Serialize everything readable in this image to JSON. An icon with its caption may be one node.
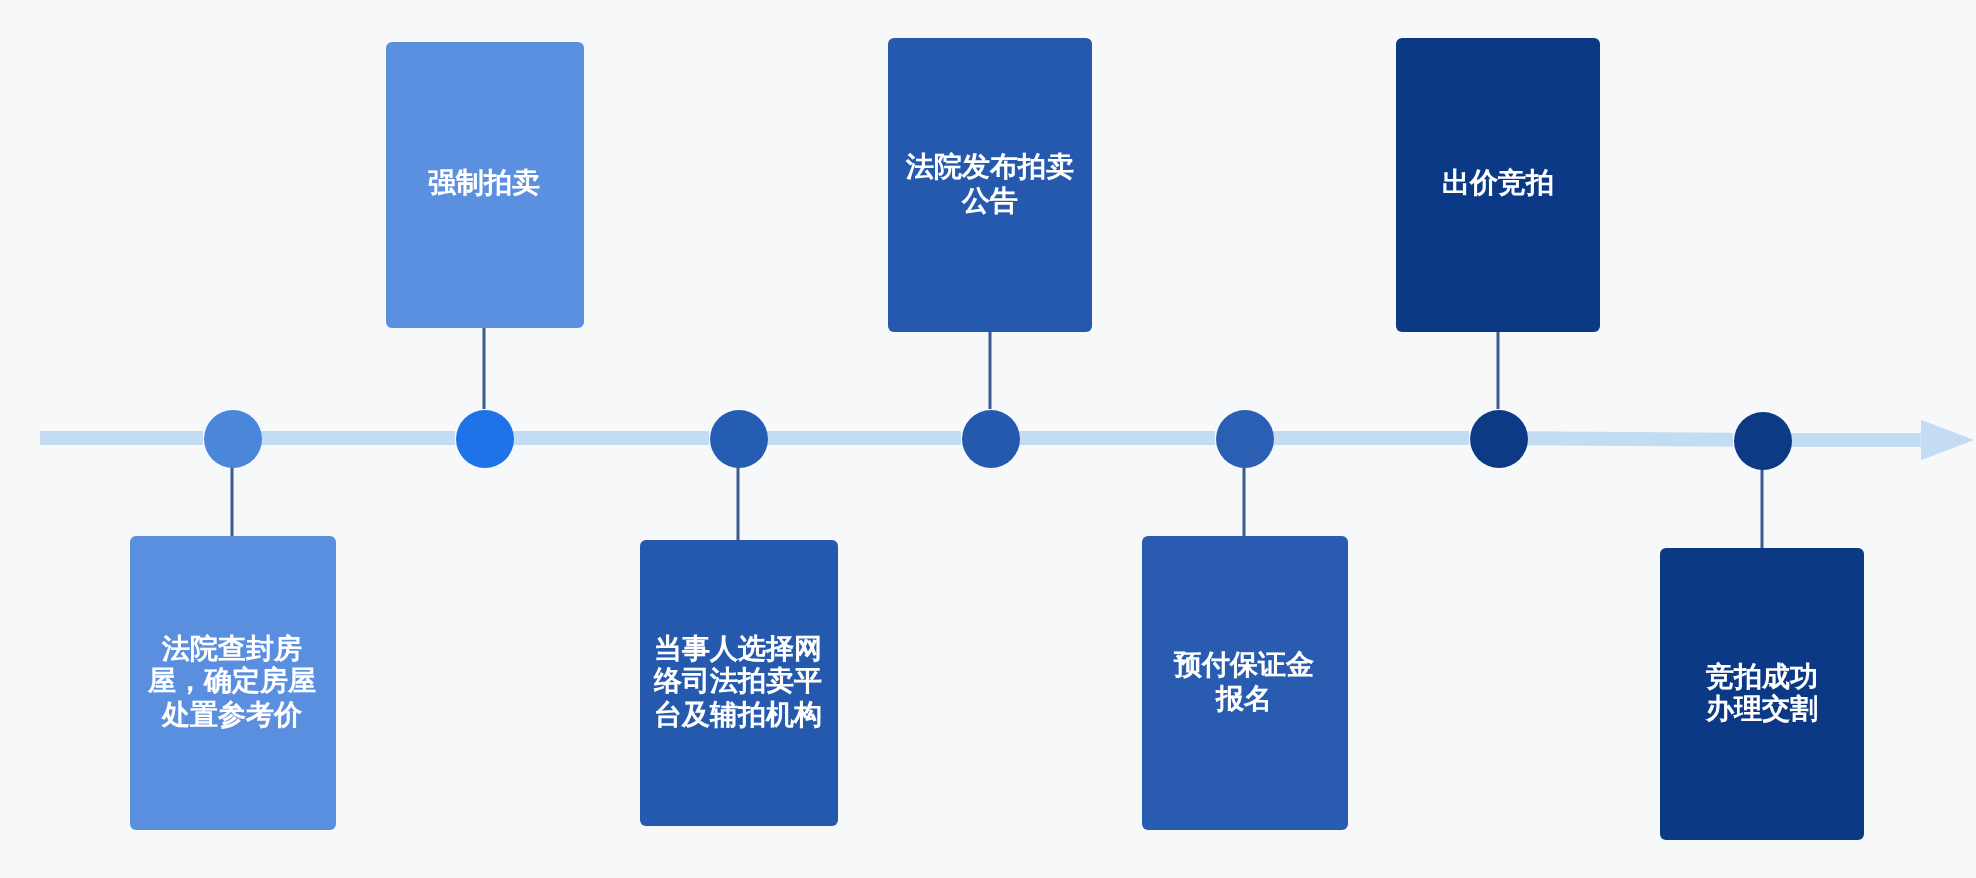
{
  "diagram": {
    "nodes": [
      {
        "text": [
          "法院查封房屋，确定房屋处置参考价"
        ]
      },
      {
        "text": [
          "强制拍卖"
        ]
      },
      {
        "text": [
          "当事人选择网络司法拍卖平台及辅拍机构"
        ]
      },
      {
        "text": [
          "法院发布拍卖公告"
        ]
      },
      {
        "text": [
          "预付保证金报名"
        ]
      },
      {
        "text": [
          "出价竞拍"
        ]
      },
      {
        "text": [
          "竞拍成功办理交割"
        ]
      },
      {
        "text": [],
        "shape": "circle"
      },
      {
        "text": [],
        "shape": "circle"
      },
      {
        "text": [],
        "shape": "circle"
      },
      {
        "text": [],
        "shape": "circle"
      },
      {
        "text": [],
        "shape": "circle"
      },
      {
        "text": [],
        "shape": "circle"
      },
      {
        "text": [],
        "shape": "circle"
      }
    ],
    "edges": [
      {
        "from": 7,
        "to": 0,
        "arrow": "none",
        "color": "#3b5a92"
      },
      {
        "from": 8,
        "to": 1,
        "arrow": "none",
        "color": "#3b5a92"
      },
      {
        "from": 9,
        "to": 2,
        "arrow": "none",
        "color": "#3b5a92"
      },
      {
        "from": 10,
        "to": 3,
        "arrow": "none",
        "color": "#3b5a92"
      },
      {
        "from": 11,
        "to": 4,
        "arrow": "none",
        "color": "#3b5a92"
      },
      {
        "from": 12,
        "to": 5,
        "arrow": "none",
        "color": "#3b5a92"
      },
      {
        "from": 13,
        "to": 6,
        "arrow": "none",
        "color": "#3b5a92"
      },
      {
        "from": null,
        "to": 7,
        "arrow": "none"
      },
      {
        "from": 7,
        "to": 8,
        "arrow": "none"
      },
      {
        "from": 8,
        "to": 9,
        "arrow": "none"
      },
      {
        "from": 9,
        "to": 10,
        "arrow": "none"
      },
      {
        "from": 10,
        "to": 11,
        "arrow": "none"
      },
      {
        "from": 11,
        "to": 12,
        "arrow": "none"
      },
      {
        "from": 12,
        "to": 13,
        "arrow": "none"
      },
      {
        "from": 13,
        "to": null,
        "arrow": "to"
      }
    ]
  }
}
